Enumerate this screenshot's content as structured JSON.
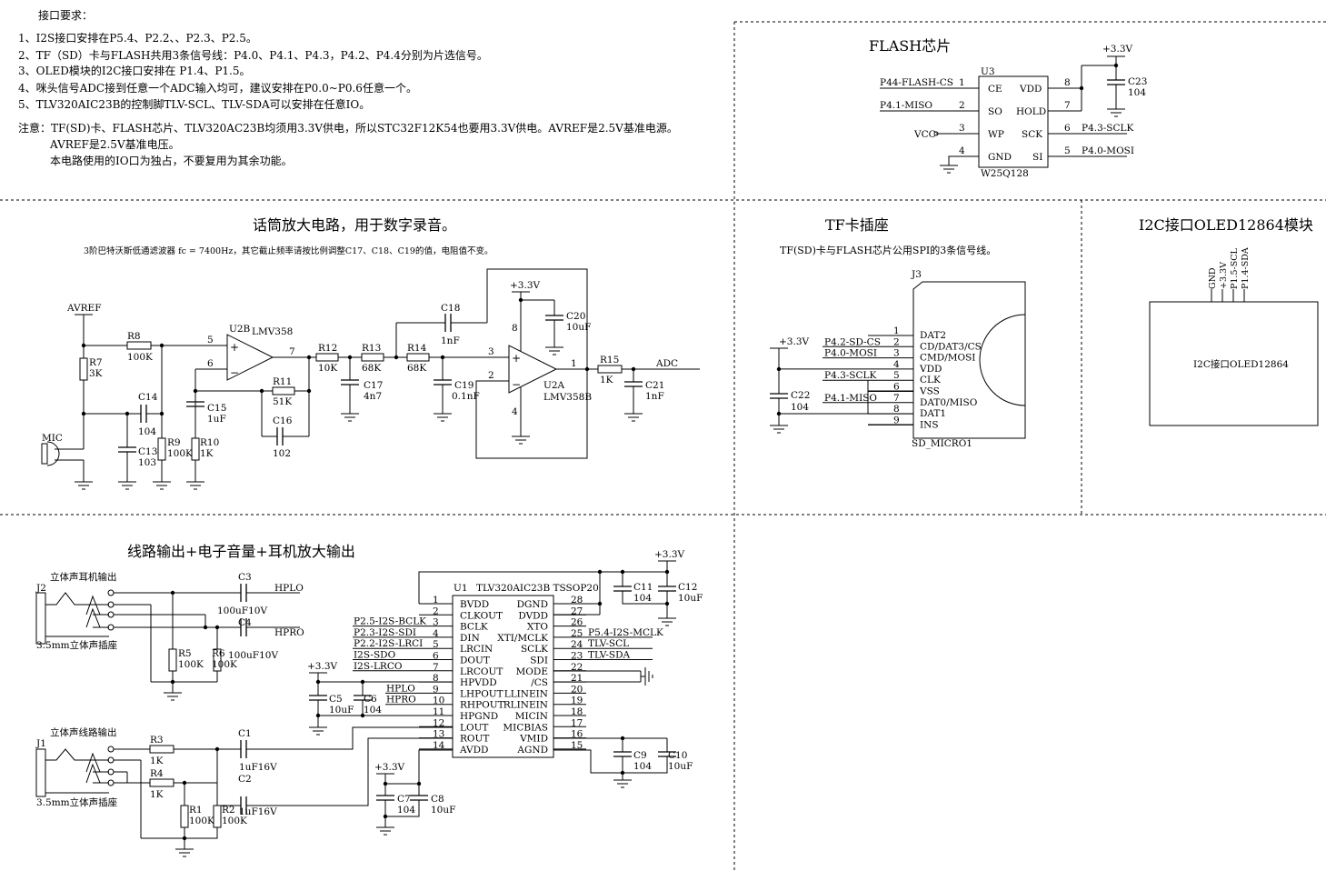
{
  "notes": {
    "title": "接口要求：",
    "lines": [
      "1、I2S接口安排在P5.4、P2.2、、P2.3、P2.5。",
      "2、TF（SD）卡与FLASH共用3条信号线：P4.0、P4.1、P4.3，P4.2、P4.4分别为片选信号。",
      "3、OLED模块的I2C接口安排在 P1.4、P1.5。",
      "4、咪头信号ADC接到任意一个ADC输入均可，建议安排在P0.0~P0.6任意一个。",
      "5、TLV320AIC23B的控制脚TLV-SCL、TLV-SDA可以安排在任意IO。"
    ],
    "note_lines": [
      "注意：TF(SD)卡、FLASH芯片、TLV320AC23B均须用3.3V供电，所以STC32F12K54也要用3.3V供电。AVREF是2.5V基准电源。",
      "AVREF是2.5V基准电压。",
      "本电路使用的IO口为独占，不要复用为其余功能。"
    ]
  },
  "flash": {
    "title": "FLASH芯片",
    "ref": "U3",
    "part": "W25Q128",
    "supply": "+3.3V",
    "vcc": "VCC",
    "cap_ref": "C23",
    "cap_val": "104",
    "left_pins": [
      {
        "num": "1",
        "name": "CE",
        "net": "P44-FLASH-CS"
      },
      {
        "num": "2",
        "name": "SO",
        "net": "P4.1-MISO"
      },
      {
        "num": "3",
        "name": "WP",
        "net": ""
      },
      {
        "num": "4",
        "name": "GND",
        "net": ""
      }
    ],
    "right_pins": [
      {
        "num": "8",
        "name": "VDD",
        "net": ""
      },
      {
        "num": "7",
        "name": "HOLD",
        "net": ""
      },
      {
        "num": "6",
        "name": "SCK",
        "net": "P4.3-SCLK"
      },
      {
        "num": "5",
        "name": "SI",
        "net": "P4.0-MOSI"
      }
    ]
  },
  "mic": {
    "title": "话筒放大电路，用于数字录音。",
    "subtitle": "3阶巴特沃斯低通滤波器 fc = 7400Hz，其它截止频率请按比例调整C17、C18、C19的值，电阻值不变。",
    "avref": "AVREF",
    "mic_label": "MIC",
    "supply": "+3.3V",
    "adc": "ADC",
    "u2b": "U2B",
    "u2b_part": "LMV358",
    "u2a": "U2A",
    "u2a_part": "LMV358B",
    "pins": {
      "p5": "5",
      "p6": "6",
      "p7": "7",
      "p3": "3",
      "p2": "2",
      "p1": "1",
      "p8": "8",
      "p4": "4"
    },
    "parts": [
      {
        "ref": "R8",
        "val": "100K"
      },
      {
        "ref": "R7",
        "val": "3K"
      },
      {
        "ref": "C14",
        "val": "104"
      },
      {
        "ref": "C13",
        "val": "103"
      },
      {
        "ref": "R9",
        "val": "100K"
      },
      {
        "ref": "R10",
        "val": "1K"
      },
      {
        "ref": "C15",
        "val": "1uF"
      },
      {
        "ref": "R11",
        "val": "51K"
      },
      {
        "ref": "C16",
        "val": "102"
      },
      {
        "ref": "R12",
        "val": "10K"
      },
      {
        "ref": "R13",
        "val": "68K"
      },
      {
        "ref": "C17",
        "val": "4n7"
      },
      {
        "ref": "C18",
        "val": "1nF"
      },
      {
        "ref": "R14",
        "val": "68K"
      },
      {
        "ref": "C19",
        "val": "0.1nF"
      },
      {
        "ref": "C20",
        "val": "10uF"
      },
      {
        "ref": "R15",
        "val": "1K"
      },
      {
        "ref": "C21",
        "val": "1nF"
      }
    ]
  },
  "tf": {
    "title": "TF卡插座",
    "subtitle": "TF(SD)卡与FLASH芯片公用SPI的3条信号线。",
    "ref": "J3",
    "part": "SD_MICRO1",
    "supply": "+3.3V",
    "cap_ref": "C22",
    "cap_val": "104",
    "pins": [
      {
        "num": "1",
        "name": "DAT2",
        "net": ""
      },
      {
        "num": "2",
        "name": "CD/DAT3/CS",
        "net": "P4.2-SD-CS"
      },
      {
        "num": "3",
        "name": "CMD/MOSI",
        "net": "P4.0-MOSI"
      },
      {
        "num": "4",
        "name": "VDD",
        "net": ""
      },
      {
        "num": "5",
        "name": "CLK",
        "net": "P4.3-SCLK"
      },
      {
        "num": "6",
        "name": "VSS",
        "net": ""
      },
      {
        "num": "7",
        "name": "DAT0/MISO",
        "net": "P4.1-MISO"
      },
      {
        "num": "8",
        "name": "DAT1",
        "net": ""
      },
      {
        "num": "9",
        "name": "INS",
        "net": ""
      }
    ]
  },
  "oled": {
    "title": "I2C接口OLED12864模块",
    "pins": [
      "GND",
      "+3.3V",
      "P1.5-SCL",
      "P1.4-SDA"
    ],
    "box_label": "I2C接口OLED12864"
  },
  "audio": {
    "title": "线路输出+电子音量+耳机放大输出",
    "j2": "J2",
    "j2_title": "立体声耳机输出",
    "j2_sub": "3.5mm立体声插座",
    "j1": "J1",
    "j1_title": "立体声线路输出",
    "j1_sub": "3.5mm立体声插座",
    "u1": "U1",
    "u1_part": "TLV320AIC23B TSSOP20",
    "supply": "+3.3V",
    "hplo": "HPLO",
    "hpro": "HPRO",
    "left_pins": [
      {
        "num": "1",
        "name": "BVDD",
        "net": ""
      },
      {
        "num": "2",
        "name": "CLKOUT",
        "net": ""
      },
      {
        "num": "3",
        "name": "BCLK",
        "net": "P2.5-I2S-BCLK"
      },
      {
        "num": "4",
        "name": "DIN",
        "net": "P2.3-I2S-SDI"
      },
      {
        "num": "5",
        "name": "LRCIN",
        "net": "P2.2-I2S-LRCI"
      },
      {
        "num": "6",
        "name": "DOUT",
        "net": "I2S-SDO"
      },
      {
        "num": "7",
        "name": "LRCOUT",
        "net": "I2S-LRCO"
      },
      {
        "num": "8",
        "name": "HPVDD",
        "net": ""
      },
      {
        "num": "9",
        "name": "LHPOUT",
        "net": "HPLO"
      },
      {
        "num": "10",
        "name": "RHPOUT",
        "net": "HPRO"
      },
      {
        "num": "11",
        "name": "HPGND",
        "net": ""
      },
      {
        "num": "12",
        "name": "LOUT",
        "net": ""
      },
      {
        "num": "13",
        "name": "ROUT",
        "net": ""
      },
      {
        "num": "14",
        "name": "AVDD",
        "net": ""
      }
    ],
    "right_pins": [
      {
        "num": "28",
        "name": "DGND",
        "net": ""
      },
      {
        "num": "27",
        "name": "DVDD",
        "net": ""
      },
      {
        "num": "26",
        "name": "XTO",
        "net": ""
      },
      {
        "num": "25",
        "name": "XTI/MCLK",
        "net": "P5.4-I2S-MCLK"
      },
      {
        "num": "24",
        "name": "SCLK",
        "net": "TLV-SCL"
      },
      {
        "num": "23",
        "name": "SDI",
        "net": "TLV-SDA"
      },
      {
        "num": "22",
        "name": "MODE",
        "net": ""
      },
      {
        "num": "21",
        "name": "/CS",
        "net": ""
      },
      {
        "num": "20",
        "name": "LLINEIN",
        "net": ""
      },
      {
        "num": "19",
        "name": "RLINEIN",
        "net": ""
      },
      {
        "num": "18",
        "name": "MICIN",
        "net": ""
      },
      {
        "num": "17",
        "name": "MICBIAS",
        "net": ""
      },
      {
        "num": "16",
        "name": "VMID",
        "net": ""
      },
      {
        "num": "15",
        "name": "AGND",
        "net": ""
      }
    ],
    "parts": [
      {
        "ref": "C3",
        "val": "100uF10V"
      },
      {
        "ref": "C4",
        "val": "100uF10V"
      },
      {
        "ref": "R5",
        "val": "100K"
      },
      {
        "ref": "R6",
        "val": "100K"
      },
      {
        "ref": "C5",
        "val": "10uF"
      },
      {
        "ref": "C6",
        "val": "104"
      },
      {
        "ref": "R3",
        "val": "1K"
      },
      {
        "ref": "R4",
        "val": "1K"
      },
      {
        "ref": "C1",
        "val": "1uF16V"
      },
      {
        "ref": "C2",
        "val": "1uF16V"
      },
      {
        "ref": "R1",
        "val": "100K"
      },
      {
        "ref": "R2",
        "val": "100K"
      },
      {
        "ref": "C7",
        "val": "104"
      },
      {
        "ref": "C8",
        "val": "10uF"
      },
      {
        "ref": "C9",
        "val": "104"
      },
      {
        "ref": "C10",
        "val": "10uF"
      },
      {
        "ref": "C11",
        "val": "104"
      },
      {
        "ref": "C12",
        "val": "10uF"
      }
    ]
  }
}
